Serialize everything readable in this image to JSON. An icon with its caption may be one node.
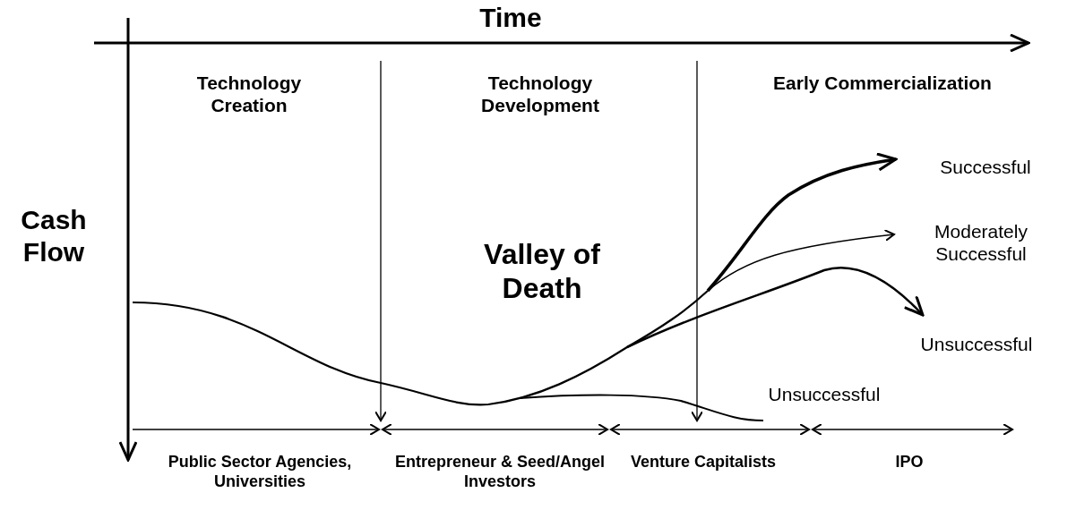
{
  "diagram": {
    "labels": [
      "Time",
      "Technology Creation",
      "Technology Development",
      "Early Commercialization",
      "Cash Flow",
      "Valley of Death",
      "Successful",
      "Moderately Successful",
      "Unsuccessful",
      "Unsuccessful",
      "Public Sector Agencies, Universities",
      "Entrepreneur & Seed/Angel Investors",
      "Venture Capitalists",
      "IPO"
    ]
  }
}
